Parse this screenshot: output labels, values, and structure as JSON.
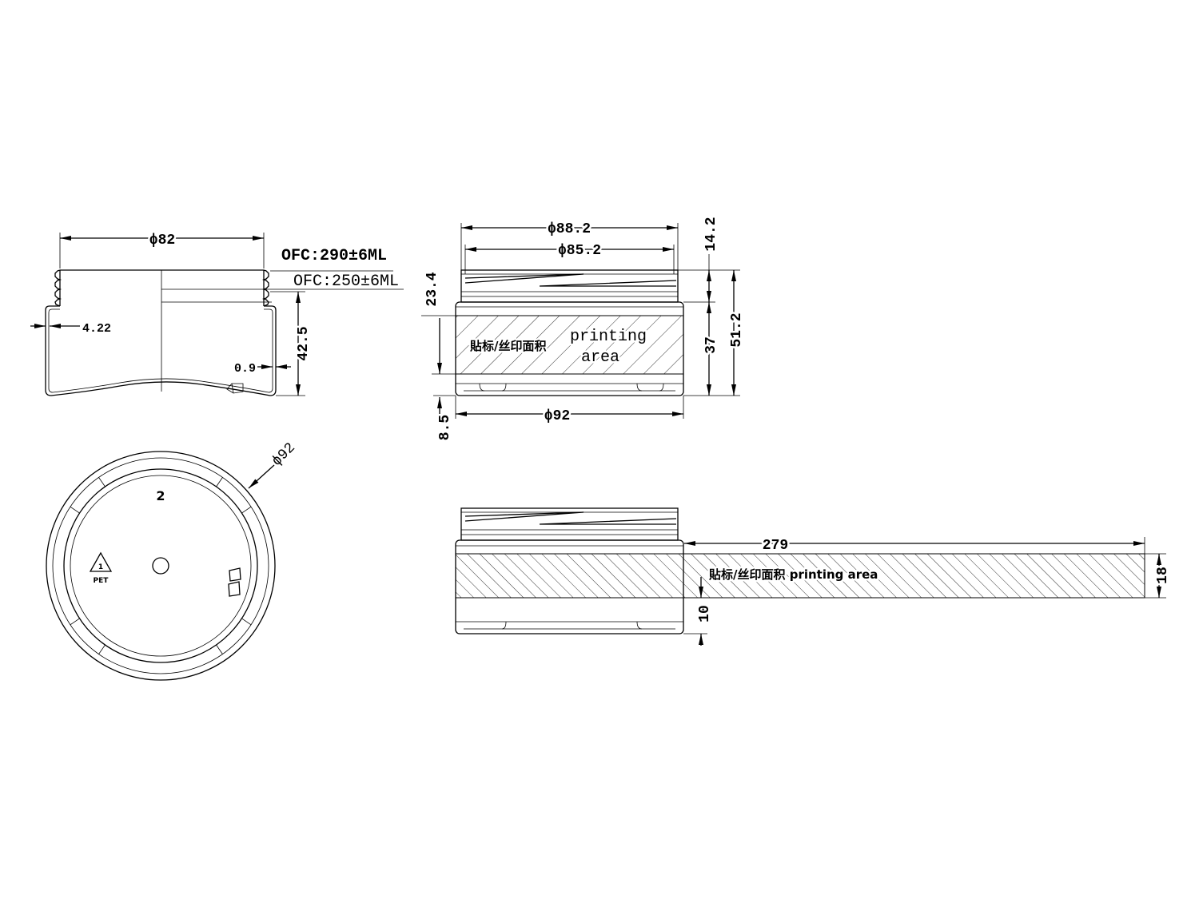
{
  "section_view": {
    "diameter": "ϕ82",
    "ofc_290": "OFC:290±6ML",
    "ofc_250": "OFC:250±6ML",
    "wall_thickness": "4.22",
    "height": "42.5",
    "bottom_thickness": "0.9"
  },
  "side_view": {
    "thread_outer_diameter": "ϕ88.2",
    "thread_root_diameter": "ϕ85.2",
    "neck_height": "14.2",
    "label_dim": "23.4",
    "print_area_cn": "貼标/丝印面积",
    "print_area_en_line1": "printing",
    "print_area_en_line2": "area",
    "body_height": "37",
    "total_height": "51.2",
    "base_offset": "8.5",
    "body_diameter": "ϕ92"
  },
  "bottom_view": {
    "diameter": "ϕ92",
    "cavity_number": "2",
    "resin_number": "1",
    "resin_code": "PET"
  },
  "unrolled_view": {
    "print_length": "279",
    "print_area_label": "貼标/丝印面积 printing area",
    "print_height": "18",
    "print_offset": "10"
  }
}
